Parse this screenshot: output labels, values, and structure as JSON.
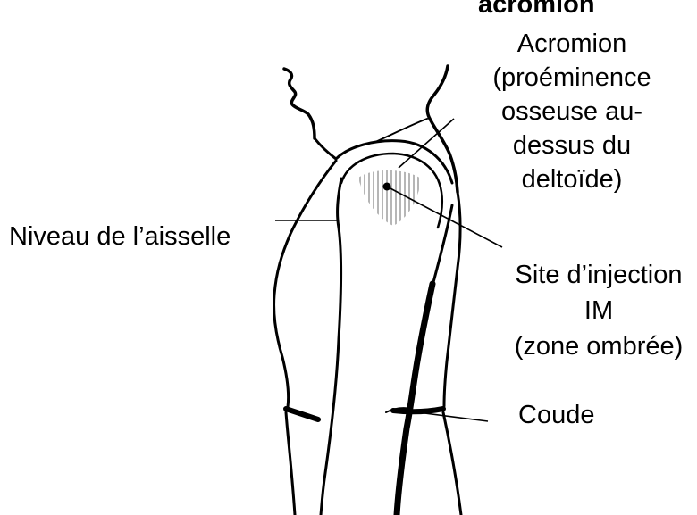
{
  "labels": {
    "top_cut": "acromion",
    "acromion": [
      "Acromion",
      "(proéminence",
      "osseuse au-",
      "dessus du",
      "deltoïde)"
    ],
    "aisselle": "Niveau de l’aisselle",
    "site": [
      "Site d’injection",
      "IM",
      "(zone ombrée)"
    ],
    "coude": "Coude"
  },
  "colors": {
    "ink": "#000000",
    "hatch": "#a3a3a3",
    "background": "#ffffff"
  }
}
